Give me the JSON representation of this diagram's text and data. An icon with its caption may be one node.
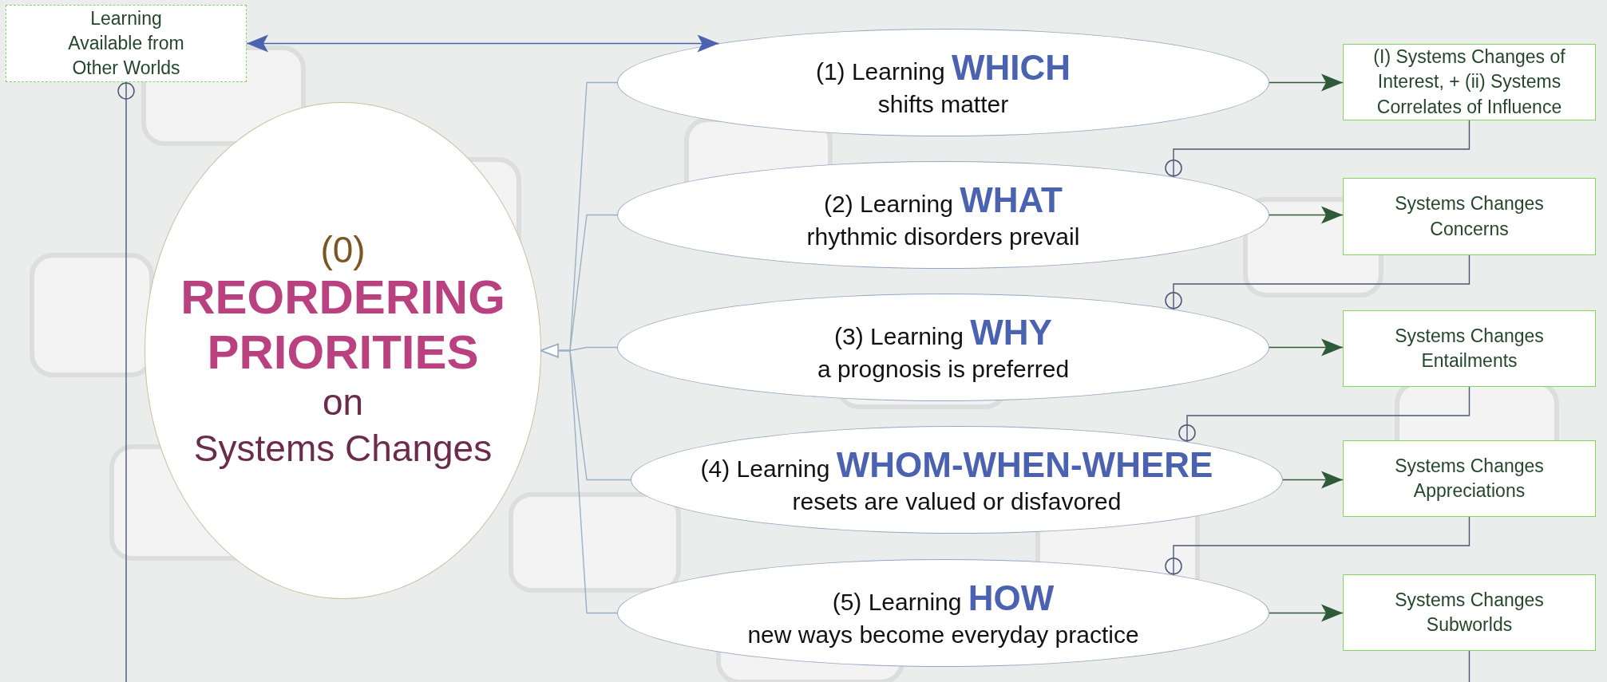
{
  "diagram": {
    "nodes": [
      {
        "text": [
          "Learning Available from Other Worlds"
        ]
      },
      {
        "text": [
          "(0)",
          "REORDERING PRIORITIES",
          "on",
          "Systems Changes"
        ]
      },
      {
        "text": [
          "(1) Learning **WHICH**",
          "shifts matter"
        ]
      },
      {
        "text": [
          "(2) Learning **WHAT**",
          "rhythmic disorders prevail"
        ]
      },
      {
        "text": [
          "(3) Learning **WHY**",
          "a prognosis is preferred"
        ]
      },
      {
        "text": [
          "(4) Learning **WHOM-WHEN-WHERE**",
          "resets are valued or disfavored"
        ]
      },
      {
        "text": [
          "(5) Learning **HOW**",
          "new ways become everyday practice"
        ]
      },
      {
        "text": [
          "(I) Systems Changes of Interest, +  (ii) Systems Correlates of Influence"
        ]
      },
      {
        "text": [
          "Systems Changes Concerns"
        ]
      },
      {
        "text": [
          "Systems Changes Entailments"
        ]
      },
      {
        "text": [
          "Systems Changes Appreciations"
        ]
      },
      {
        "text": [
          "Systems Changes Subworlds"
        ]
      }
    ],
    "edges": [
      {
        "from": 0,
        "to": 2,
        "arrow": "both",
        "color": "#4a62b0"
      },
      {
        "from": 2,
        "to": 1,
        "arrow": "to",
        "color": "#9ab0c6"
      },
      {
        "from": 3,
        "to": 1,
        "arrow": "to",
        "color": "#9ab0c6"
      },
      {
        "from": 4,
        "to": 1,
        "arrow": "to",
        "color": "#9ab0c6"
      },
      {
        "from": 5,
        "to": 1,
        "arrow": "to",
        "color": "#9ab0c6"
      },
      {
        "from": 6,
        "to": 1,
        "arrow": "to",
        "color": "#9ab0c6"
      },
      {
        "from": 2,
        "to": 7,
        "arrow": "to",
        "color": "#2f5a3a"
      },
      {
        "from": 3,
        "to": 8,
        "arrow": "to",
        "color": "#2f5a3a"
      },
      {
        "from": 4,
        "to": 9,
        "arrow": "to",
        "color": "#2f5a3a"
      },
      {
        "from": 5,
        "to": 10,
        "arrow": "to",
        "color": "#2f5a3a"
      },
      {
        "from": 6,
        "to": 11,
        "arrow": "to",
        "color": "#2f5a3a"
      },
      {
        "from": 7,
        "to": 3,
        "arrow": "other"
      },
      {
        "from": 8,
        "to": 4,
        "arrow": "other"
      },
      {
        "from": 9,
        "to": 5,
        "arrow": "other"
      },
      {
        "from": 10,
        "to": 6,
        "arrow": "other"
      },
      {
        "from": 11,
        "to": null,
        "arrow": "none"
      },
      {
        "from": null,
        "to": 0,
        "arrow": "other"
      }
    ]
  }
}
